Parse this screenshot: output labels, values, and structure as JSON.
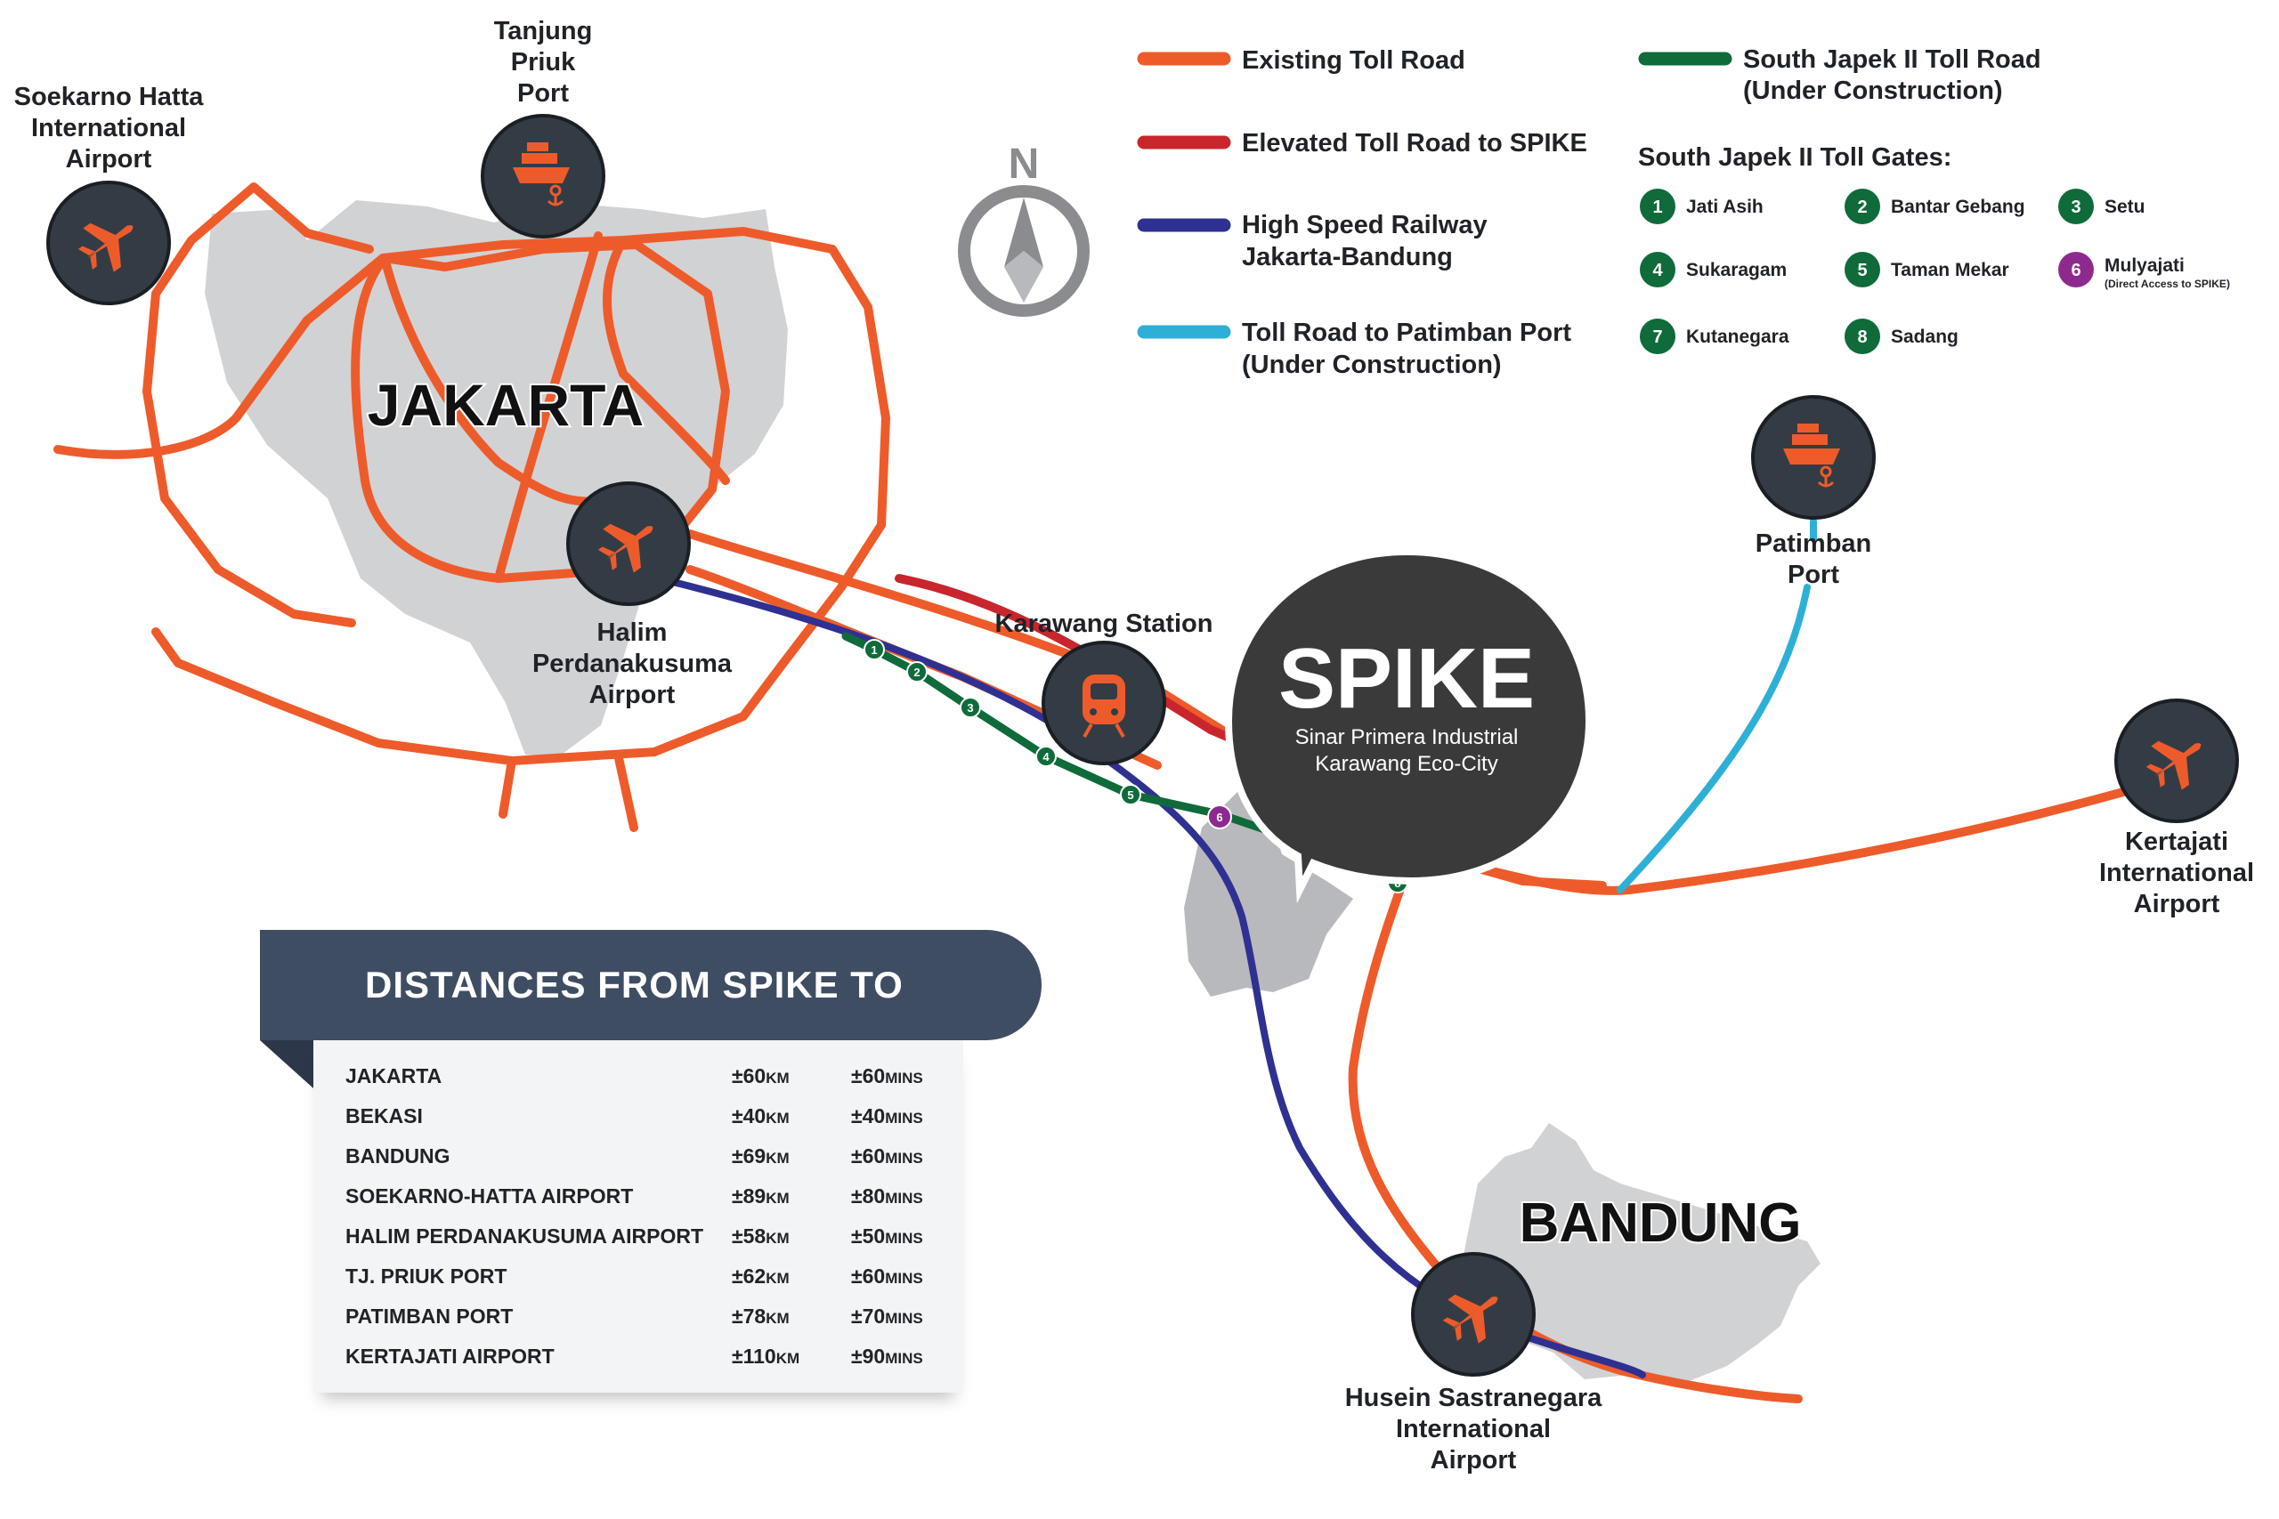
{
  "cities": {
    "jakarta": "JAKARTA",
    "bandung": "BANDUNG"
  },
  "places": {
    "soekarno_hatta": [
      "Soekarno Hatta",
      "International",
      "Airport"
    ],
    "tanjung_priuk": [
      "Tanjung",
      "Priuk",
      "Port"
    ],
    "halim": [
      "Halim",
      "Perdanakusuma",
      "Airport"
    ],
    "karawang_station": "Karawang Station",
    "patimban": [
      "Patimban",
      "Port"
    ],
    "kertajati": [
      "Kertajati",
      "International",
      "Airport"
    ],
    "husein": [
      "Husein Sastranegara",
      "International",
      "Airport"
    ]
  },
  "compass_label": "N",
  "spike": {
    "title": "SPIKE",
    "subtitle": [
      "Sinar Primera Industrial",
      "Karawang Eco-City"
    ]
  },
  "legend": {
    "existing_toll": "Existing Toll Road",
    "elevated_toll": "Elevated Toll Road to SPIKE",
    "railway": [
      "High Speed Railway",
      "Jakarta-Bandung"
    ],
    "patimban_road": [
      "Toll Road to Patimban Port",
      "(Under Construction)"
    ],
    "south_japek": [
      "South Japek II Toll Road",
      "(Under Construction)"
    ]
  },
  "toll_gates": {
    "title": "South Japek II Toll Gates:",
    "items": [
      {
        "num": "1",
        "name": "Jati Asih"
      },
      {
        "num": "2",
        "name": "Bantar Gebang"
      },
      {
        "num": "3",
        "name": "Setu"
      },
      {
        "num": "4",
        "name": "Sukaragam"
      },
      {
        "num": "5",
        "name": "Taman Mekar"
      },
      {
        "num": "6",
        "name": "Mulyajati",
        "note": "(Direct Access to SPIKE)"
      },
      {
        "num": "7",
        "name": "Kutanegara"
      },
      {
        "num": "8",
        "name": "Sadang"
      }
    ]
  },
  "distances": {
    "title": "DISTANCES FROM SPIKE TO",
    "km_unit": "KM",
    "min_unit": "MINS",
    "rows": [
      {
        "place": "JAKARTA",
        "km": "±60",
        "mins": "±60"
      },
      {
        "place": "BEKASI",
        "km": "±40",
        "mins": "±40"
      },
      {
        "place": "BANDUNG",
        "km": "±69",
        "mins": "±60"
      },
      {
        "place": "SOEKARNO-HATTA AIRPORT",
        "km": "±89",
        "mins": "±80"
      },
      {
        "place": "HALIM PERDANAKUSUMA AIRPORT",
        "km": "±58",
        "mins": "±50"
      },
      {
        "place": "TJ. PRIUK PORT",
        "km": "±62",
        "mins": "±60"
      },
      {
        "place": "PATIMBAN PORT",
        "km": "±78",
        "mins": "±70"
      },
      {
        "place": "KERTAJATI AIRPORT",
        "km": "±110",
        "mins": "±90"
      }
    ]
  },
  "colors": {
    "toll_road": "#ee5b2b",
    "elevated_toll": "#c9252c",
    "railway": "#2e3191",
    "patimban_road": "#2eb0d6",
    "south_japek": "#0f6b3a",
    "gate_purple": "#8e2a8e",
    "region_gray": "#d1d2d4",
    "icon_bg": "#333c45",
    "spike_bubble": "#3a3a3a",
    "table_header": "#3f4d63"
  }
}
